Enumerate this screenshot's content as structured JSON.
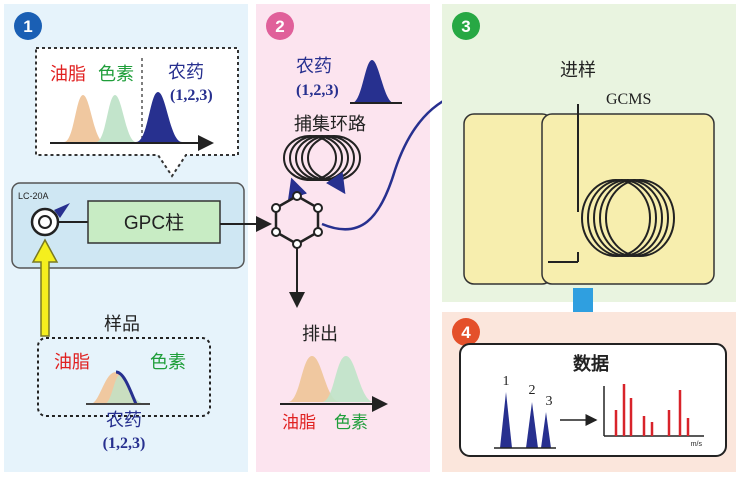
{
  "steps": {
    "s1": {
      "num": "1",
      "color": "#1a5fb4"
    },
    "s2": {
      "num": "2",
      "color": "#e0609a"
    },
    "s3": {
      "num": "3",
      "color": "#27a844"
    },
    "s4": {
      "num": "4",
      "color": "#e4502a"
    }
  },
  "panel1": {
    "callout": {
      "oil": "油脂",
      "pigment": "色素",
      "pesticide": "农药",
      "pesticide_ids": "(1,2,3)"
    },
    "instrument_label": "LC-20A",
    "column_label": "GPC柱",
    "sample": {
      "title": "样品",
      "oil": "油脂",
      "pigment": "色素",
      "pesticide": "农药",
      "pesticide_ids": "(1,2,3)"
    }
  },
  "panel2": {
    "pesticide": "农药",
    "pesticide_ids": "(1,2,3)",
    "trap_loop": "捕集环路",
    "discharge": "排出",
    "oil": "油脂",
    "pigment": "色素"
  },
  "panel3": {
    "injection": "进样",
    "instrument": "GCMS"
  },
  "panel4": {
    "title": "数据",
    "peaks": [
      "1",
      "2",
      "3"
    ],
    "axis_unit": "m/s"
  },
  "colors": {
    "panel1_bg": "#e6f3fb",
    "panel2_bg": "#fce4ef",
    "panel3_bg": "#e9f4e0",
    "panel4_bg": "#fbe6dc",
    "oil": "#e02020",
    "pigment": "#1f9e3a",
    "pesticide": "#27308f",
    "oil_peak": "#f0c8a0",
    "pigment_peak": "#bfe3c8",
    "pesticide_peak": "#27308f",
    "gcms_box": "#f7eeae",
    "arrow_blue": "#2f9fe0",
    "arrow_yellow": "#f5ef1e",
    "bar_red": "#d8232a"
  }
}
